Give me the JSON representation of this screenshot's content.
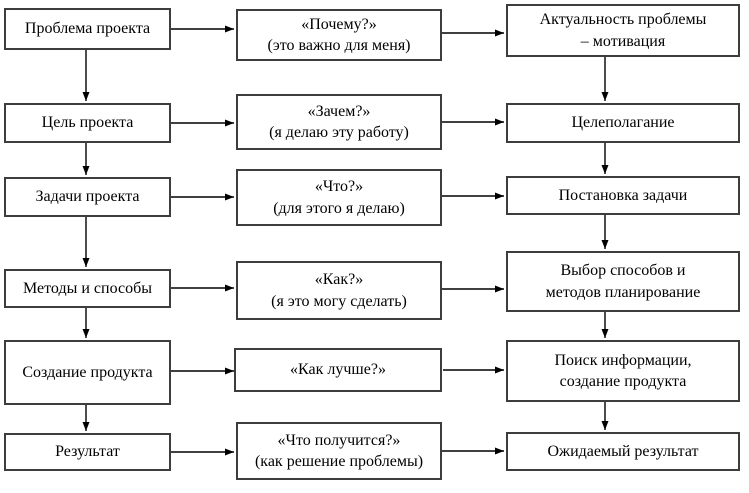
{
  "diagram": {
    "background": "#ffffff",
    "box_border_color": "#3d3d3d",
    "text_color": "#000000",
    "arrow_color": "#000000",
    "nodes": {
      "left": [
        "Проблема проекта",
        "Цель проекта",
        "Задачи проекта",
        "Методы и способы",
        "Создание продукта",
        "Результат"
      ],
      "middle": [
        [
          "«Почему?»",
          "(это важно для меня)"
        ],
        [
          "«Зачем?»",
          "(я делаю эту работу)"
        ],
        [
          "«Что?»",
          "(для этого я делаю)"
        ],
        [
          "«Как?»",
          "(я это могу сделать)"
        ],
        [
          "«Как лучше?»"
        ],
        [
          "«Что получится?»",
          "(как решение проблемы)"
        ]
      ],
      "right": [
        [
          "Актуальность проблемы",
          "– мотивация"
        ],
        [
          "Целеполагание"
        ],
        [
          "Постановка задачи"
        ],
        [
          "Выбор способов и",
          "методов планирование"
        ],
        [
          "Поиск информации,",
          "создание продукта"
        ],
        [
          "Ожидаемый результат"
        ]
      ]
    },
    "edges": {
      "horizontal": [
        [
          "left-0",
          "middle-0"
        ],
        [
          "middle-0",
          "right-0"
        ],
        [
          "left-1",
          "middle-1"
        ],
        [
          "middle-1",
          "right-1"
        ],
        [
          "left-2",
          "middle-2"
        ],
        [
          "middle-2",
          "right-2"
        ],
        [
          "left-3",
          "middle-3"
        ],
        [
          "middle-3",
          "right-3"
        ],
        [
          "left-4",
          "middle-4"
        ],
        [
          "middle-4",
          "right-4"
        ],
        [
          "left-5",
          "middle-5"
        ],
        [
          "middle-5",
          "right-5"
        ]
      ],
      "vertical_left": [
        [
          "left-0",
          "left-1"
        ],
        [
          "left-1",
          "left-2"
        ],
        [
          "left-2",
          "left-3"
        ],
        [
          "left-3",
          "left-4"
        ],
        [
          "left-4",
          "left-5"
        ]
      ],
      "vertical_right": [
        [
          "right-0",
          "right-1"
        ],
        [
          "right-1",
          "right-2"
        ],
        [
          "right-2",
          "right-3"
        ],
        [
          "right-3",
          "right-4"
        ],
        [
          "right-4",
          "right-5"
        ]
      ]
    }
  }
}
